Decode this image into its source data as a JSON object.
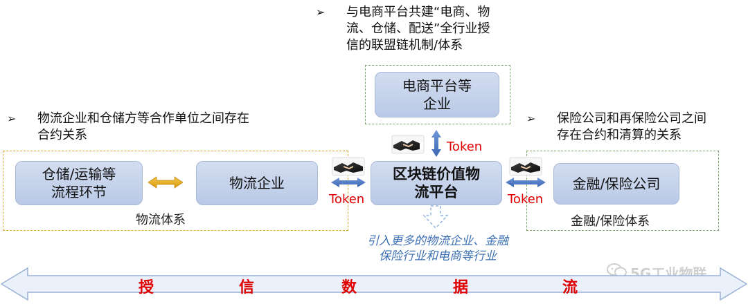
{
  "bullets": {
    "top": {
      "mark": "➢",
      "text": "与电商平台共建“电商、物\n流、仓储、配送”全行业授\n信的联盟链机制/体系"
    },
    "left": {
      "mark": "➢",
      "text": "物流企业和仓储方等合作单位之间存在\n合约关系"
    },
    "right": {
      "mark": "➢",
      "text": "保险公司和再保险公司之间\n存在合约和清算的关系"
    }
  },
  "nodes": {
    "ecommerce": "电商平台等\n企业",
    "warehouse": "仓储/运输等\n流程环节",
    "logistics_enterprise": "物流企业",
    "blockchain_platform": "区块链价值物\n流平台",
    "finance_insurance": "金融/保险公司"
  },
  "systems": {
    "logistics_system": "物流体系",
    "finance_system": "金融/保险体系"
  },
  "tokens": {
    "top": "Token",
    "left": "Token",
    "right": "Token"
  },
  "note": "引入更多的物流企业、金融\n保险行业和电商等行业",
  "bottom_bar": [
    "授",
    "信",
    "数",
    "据",
    "流"
  ],
  "watermark": "5G工业物联",
  "icons": {
    "handshake": "handshake-icon",
    "wechat": "wechat-icon"
  },
  "colors": {
    "node_fill": "#c5d3ec",
    "arrow_blue": "#4a78c6",
    "token_red": "#e00000",
    "gold_arrow": "#e0a91a"
  }
}
